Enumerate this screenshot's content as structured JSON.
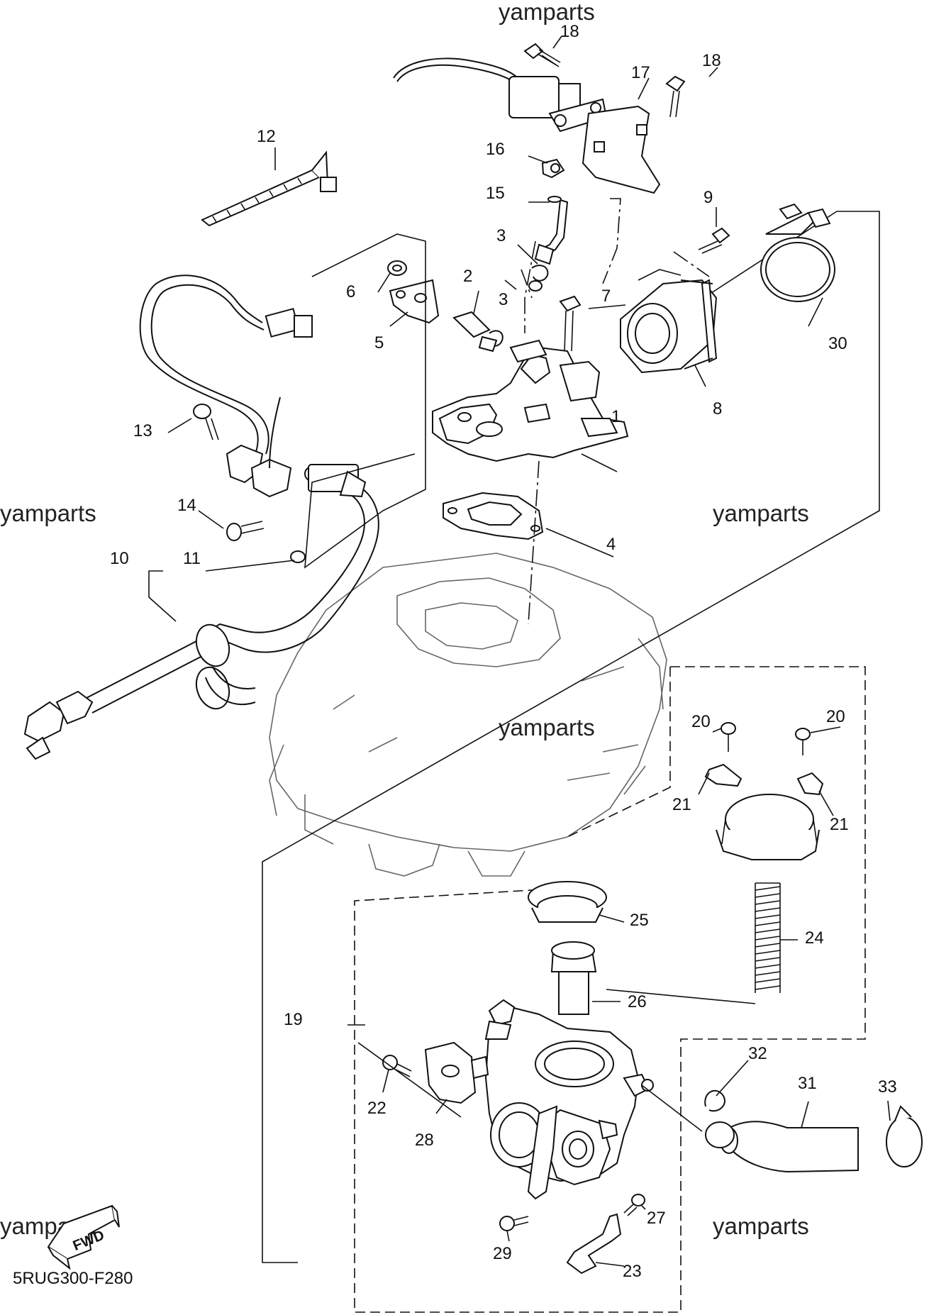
{
  "diagram": {
    "code": "5RUG300-F280",
    "fwd_label": "FWD",
    "watermark": "yamparts",
    "part_numbers": [
      "1",
      "2",
      "3",
      "4",
      "5",
      "6",
      "7",
      "8",
      "9",
      "10",
      "11",
      "12",
      "13",
      "14",
      "15",
      "16",
      "17",
      "18",
      "19",
      "20",
      "21",
      "22",
      "23",
      "24",
      "25",
      "26",
      "27",
      "28",
      "29",
      "30",
      "31",
      "32",
      "33"
    ]
  }
}
